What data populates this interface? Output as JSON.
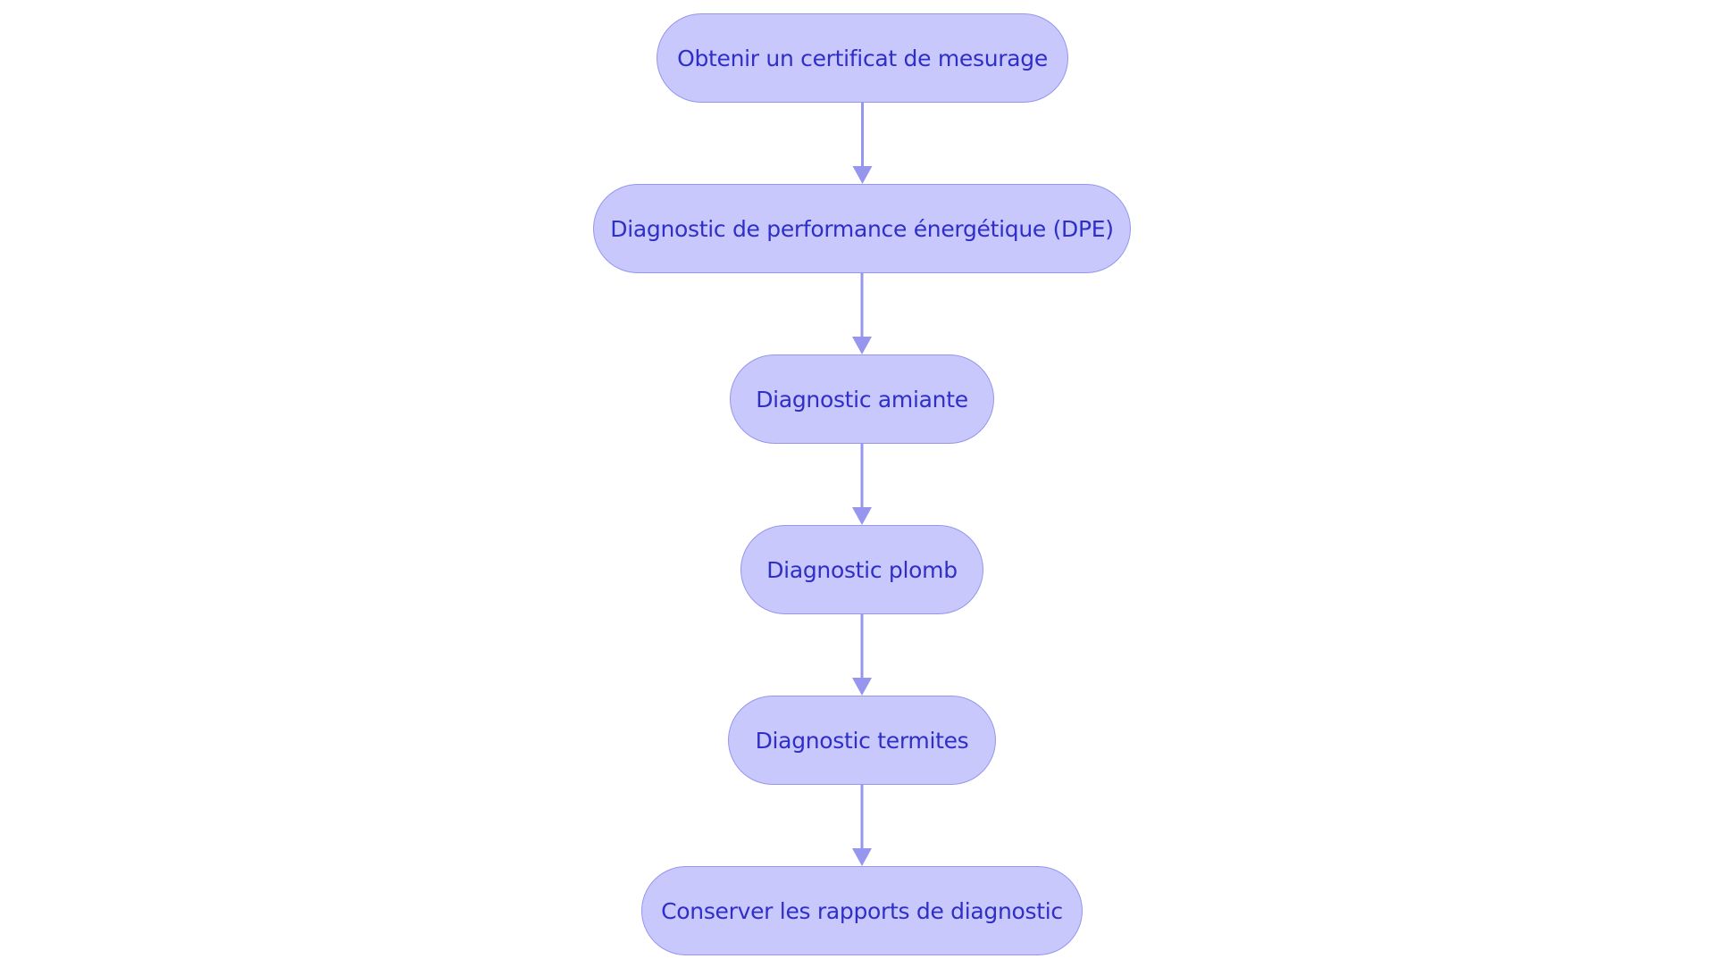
{
  "diagram": {
    "type": "flowchart",
    "direction": "top-to-bottom",
    "colors": {
      "node_fill": "#c8c8fc",
      "node_stroke": "#9696ee",
      "node_text": "#2f2fc8",
      "edge": "#9696ee"
    },
    "nodes": [
      {
        "id": "n1",
        "label": "Obtenir un certificat de mesurage"
      },
      {
        "id": "n2",
        "label": "Diagnostic de performance énergétique (DPE)"
      },
      {
        "id": "n3",
        "label": "Diagnostic amiante"
      },
      {
        "id": "n4",
        "label": "Diagnostic plomb"
      },
      {
        "id": "n5",
        "label": "Diagnostic termites"
      },
      {
        "id": "n6",
        "label": "Conserver les rapports de diagnostic"
      }
    ],
    "edges": [
      {
        "from": "n1",
        "to": "n2"
      },
      {
        "from": "n2",
        "to": "n3"
      },
      {
        "from": "n3",
        "to": "n4"
      },
      {
        "from": "n4",
        "to": "n5"
      },
      {
        "from": "n5",
        "to": "n6"
      }
    ]
  }
}
